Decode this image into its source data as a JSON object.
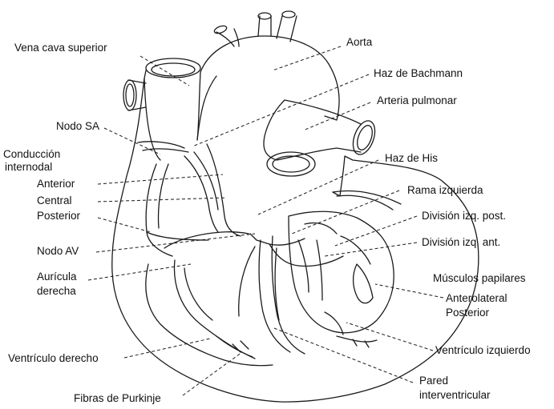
{
  "labels": {
    "vena_cava_superior": "Vena cava superior",
    "nodo_sa": "Nodo SA",
    "conduccion_internodal_1": "Conducción",
    "conduccion_internodal_2": "internodal",
    "anterior": "Anterior",
    "central": "Central",
    "posterior_left": "Posterior",
    "nodo_av": "Nodo AV",
    "auricula_1": "Aurícula",
    "auricula_2": "derecha",
    "ventriculo_derecho": "Ventrículo derecho",
    "fibras_purkinje": "Fibras de Purkinje",
    "aorta": "Aorta",
    "haz_bachmann": "Haz de Bachmann",
    "arteria_pulmonar": "Arteria pulmonar",
    "haz_his": "Haz de His",
    "rama_izquierda": "Rama izquierda",
    "division_post": "División izq. post.",
    "division_ant": "División izq. ant.",
    "musculos_papilares": "Músculos papilares",
    "anterolateral": "Anterolateral",
    "posterior_right": "Posterior",
    "ventriculo_izquierdo": "Ventrículo izquierdo",
    "pared_1": "Pared",
    "pared_2": "interventricular"
  },
  "colors": {
    "stroke": "#1a1a1a",
    "background": "#ffffff"
  }
}
